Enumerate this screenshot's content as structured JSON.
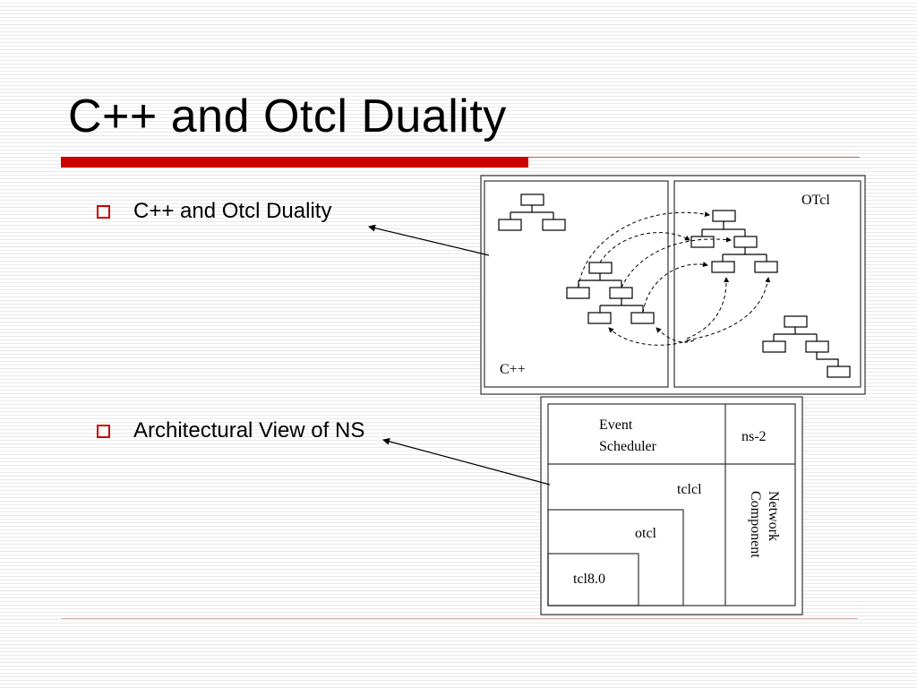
{
  "slide": {
    "title": "C++ and Otcl Duality",
    "bullets": [
      {
        "text": "C++ and Otcl Duality"
      },
      {
        "text": "Architectural View of NS"
      }
    ]
  },
  "duality_figure": {
    "left_label": "C++",
    "right_label": "OTcl"
  },
  "architecture_figure": {
    "event_scheduler": "Event\nScheduler",
    "event_line1": "Event",
    "event_line2": "Scheduler",
    "ns2": "ns-2",
    "tclcl": "tclcl",
    "otcl": "otcl",
    "tcl": "tcl8.0",
    "network_line1": "Network",
    "network_line2": "Component"
  },
  "colors": {
    "accent_red": "#cc0000",
    "stripe": "#e9e9e9"
  }
}
